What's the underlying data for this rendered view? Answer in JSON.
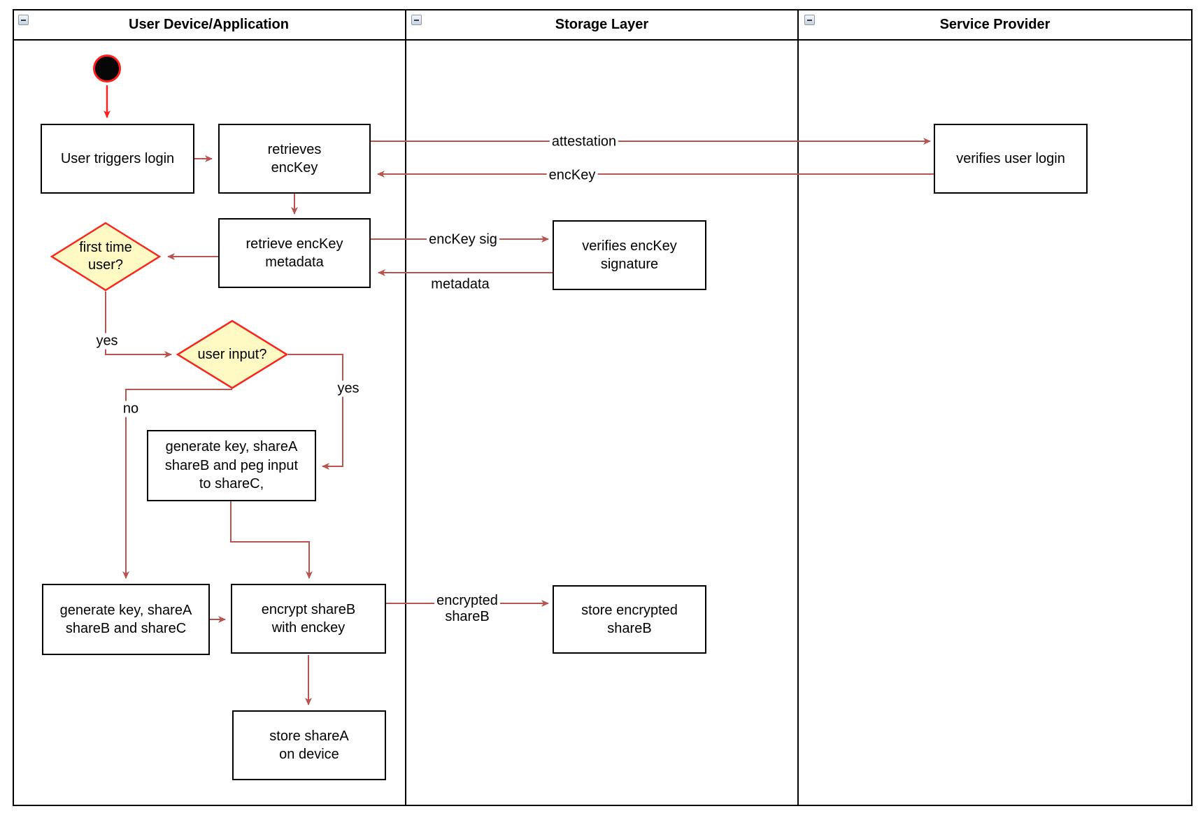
{
  "colors": {
    "connector": "#b85450",
    "start_accent": "#ff1f1f",
    "diamond_fill": "#fff9c4",
    "diamond_border": "#f5281e",
    "node_border": "#000000"
  },
  "lanes": {
    "user_device": {
      "title": "User Device/Application"
    },
    "storage": {
      "title": "Storage Layer"
    },
    "service": {
      "title": "Service Provider"
    }
  },
  "nodes": {
    "user_triggers_login": {
      "label": "User triggers login"
    },
    "retrieves_enckey": {
      "label": "retrieves\nencKey"
    },
    "verifies_user_login": {
      "label": "verifies user login"
    },
    "retrieve_enckey_metadata": {
      "label": "retrieve encKey\nmetadata"
    },
    "verifies_enckey_signature": {
      "label": "verifies encKey signature"
    },
    "first_time_user": {
      "label": "first time\nuser?"
    },
    "user_input": {
      "label": "user input?"
    },
    "generate_key_peg": {
      "label": "generate key, shareA\nshareB and peg input\nto shareC,"
    },
    "generate_key_sharec": {
      "label": "generate key, shareA\nshareB and shareC"
    },
    "encrypt_shareb": {
      "label": "encrypt shareB\nwith enckey"
    },
    "store_encrypted_shareb": {
      "label": "store encrypted\nshareB"
    },
    "store_sharea": {
      "label": "store shareA\non device"
    }
  },
  "edge_labels": {
    "attestation": "attestation",
    "enckey": "encKey",
    "enckey_sig": "encKey sig",
    "metadata": "metadata",
    "encrypted_shareb": "encrypted\nshareB",
    "yes_first_time": "yes",
    "no_user_input": "no",
    "yes_user_input": "yes"
  }
}
